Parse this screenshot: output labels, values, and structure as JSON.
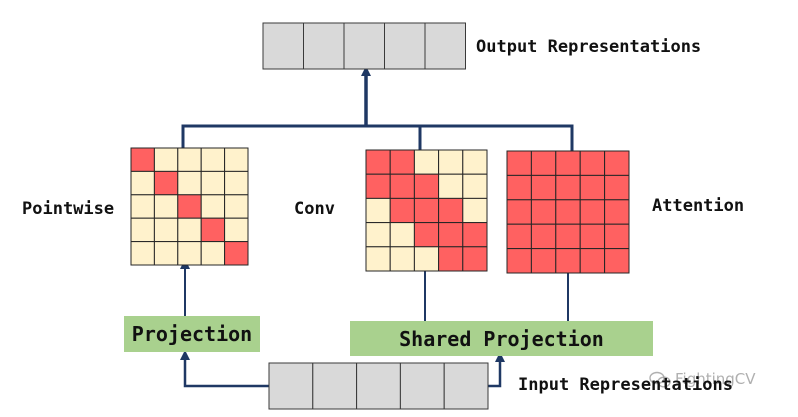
{
  "labels": {
    "output_representations": "Output Representations",
    "input_representations": "Input Representations",
    "pointwise": "Pointwise",
    "conv": "Conv",
    "attention": "Attention",
    "projection": "Projection",
    "shared_projection": "Shared Projection"
  },
  "watermark": "FightingCV",
  "colors": {
    "line": "#1f3864",
    "vector_cell": "#d9d9d9",
    "vector_border": "#3a3a3a",
    "matrix_active": "#ff6161",
    "matrix_inactive": "#fff2cc",
    "matrix_border": "#262626",
    "projection_fill": "#a9d18e"
  },
  "vectors": {
    "output_cells": 5,
    "input_cells": 5
  },
  "matrices": {
    "size": 5,
    "pointwise_pattern": [
      [
        1,
        0,
        0,
        0,
        0
      ],
      [
        0,
        1,
        0,
        0,
        0
      ],
      [
        0,
        0,
        1,
        0,
        0
      ],
      [
        0,
        0,
        0,
        1,
        0
      ],
      [
        0,
        0,
        0,
        0,
        1
      ]
    ],
    "conv_pattern": [
      [
        1,
        1,
        0,
        0,
        0
      ],
      [
        1,
        1,
        1,
        0,
        0
      ],
      [
        0,
        1,
        1,
        1,
        0
      ],
      [
        0,
        0,
        1,
        1,
        1
      ],
      [
        0,
        0,
        0,
        1,
        1
      ]
    ],
    "attention_pattern": [
      [
        1,
        1,
        1,
        1,
        1
      ],
      [
        1,
        1,
        1,
        1,
        1
      ],
      [
        1,
        1,
        1,
        1,
        1
      ],
      [
        1,
        1,
        1,
        1,
        1
      ],
      [
        1,
        1,
        1,
        1,
        1
      ]
    ]
  }
}
